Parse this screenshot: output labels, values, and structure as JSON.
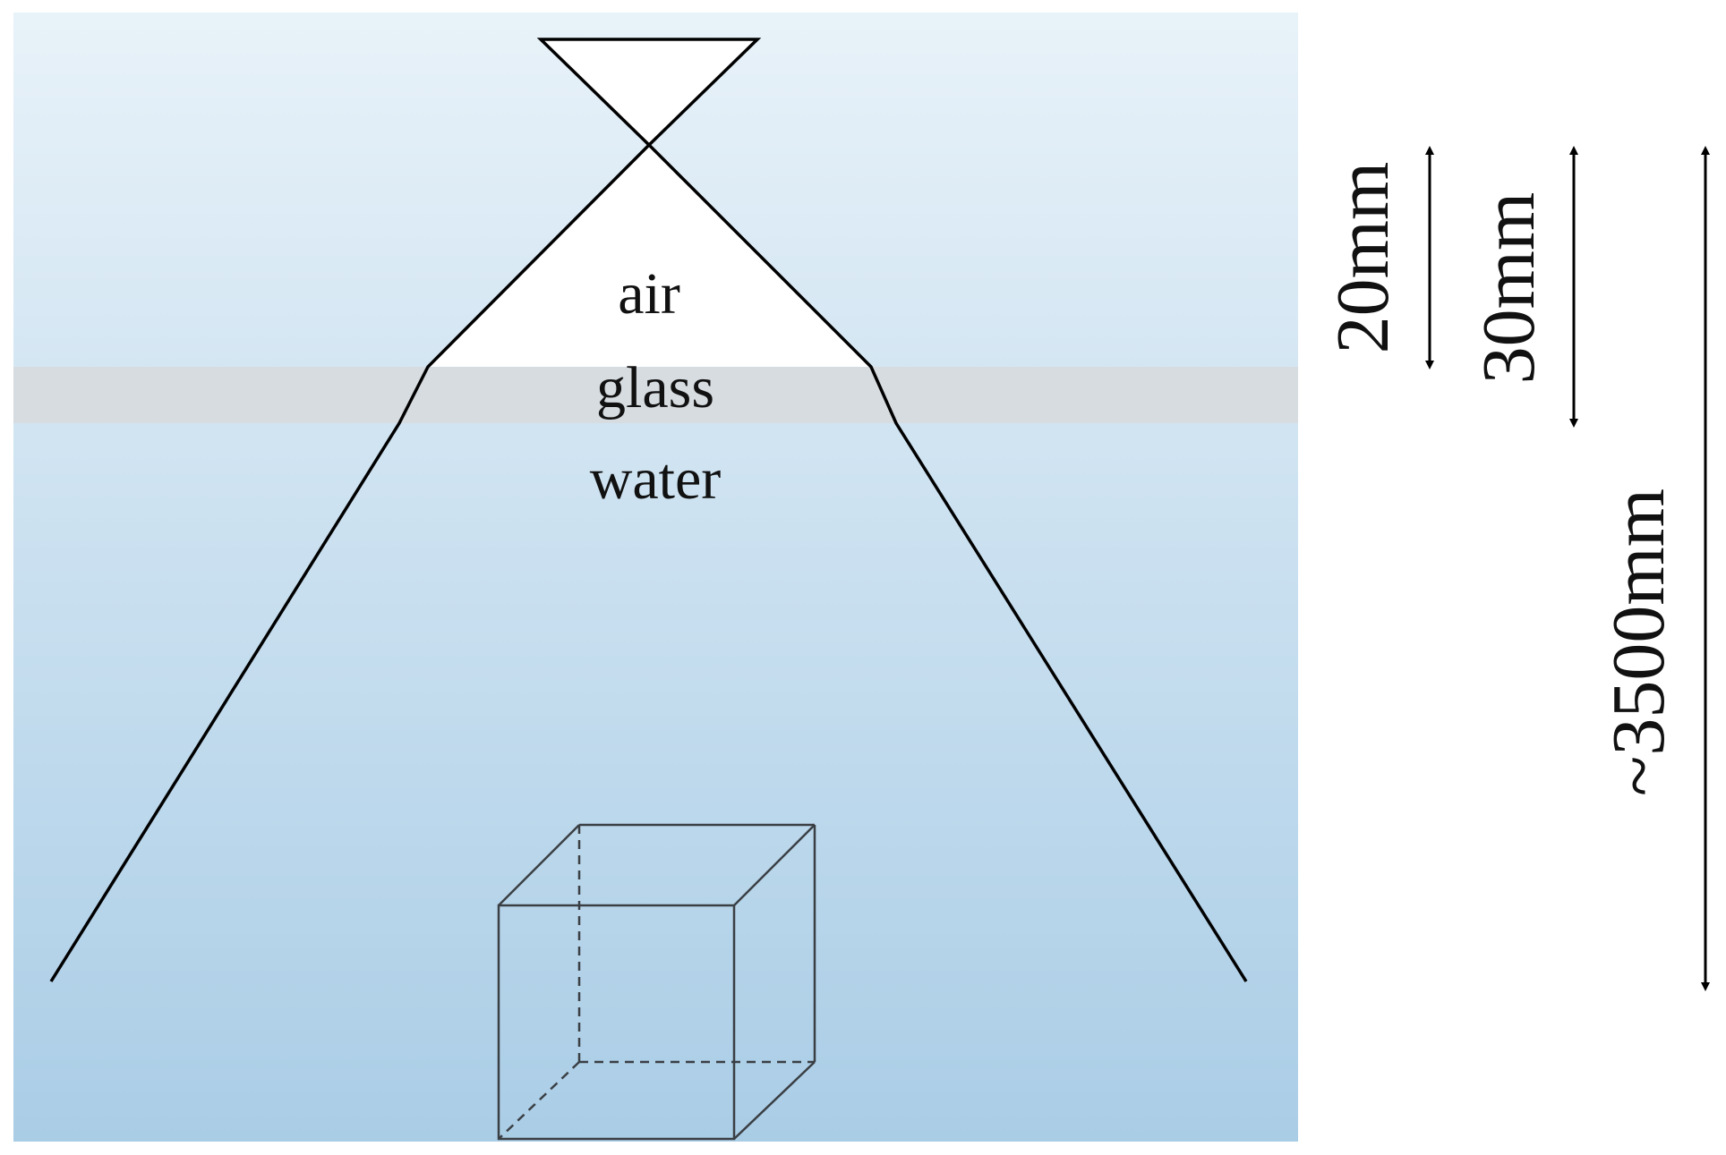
{
  "media": {
    "air": "air",
    "glass": "glass",
    "water": "water"
  },
  "dimensions": {
    "air_gap": "20mm",
    "to_glass_bottom": "30mm",
    "to_object": "~3500mm"
  },
  "colors": {
    "water_top": "#e8f2f9",
    "water_bottom": "#aacde6",
    "glass": "#d7dce0",
    "air_cone": "#ffffff",
    "lines": "#000000"
  }
}
